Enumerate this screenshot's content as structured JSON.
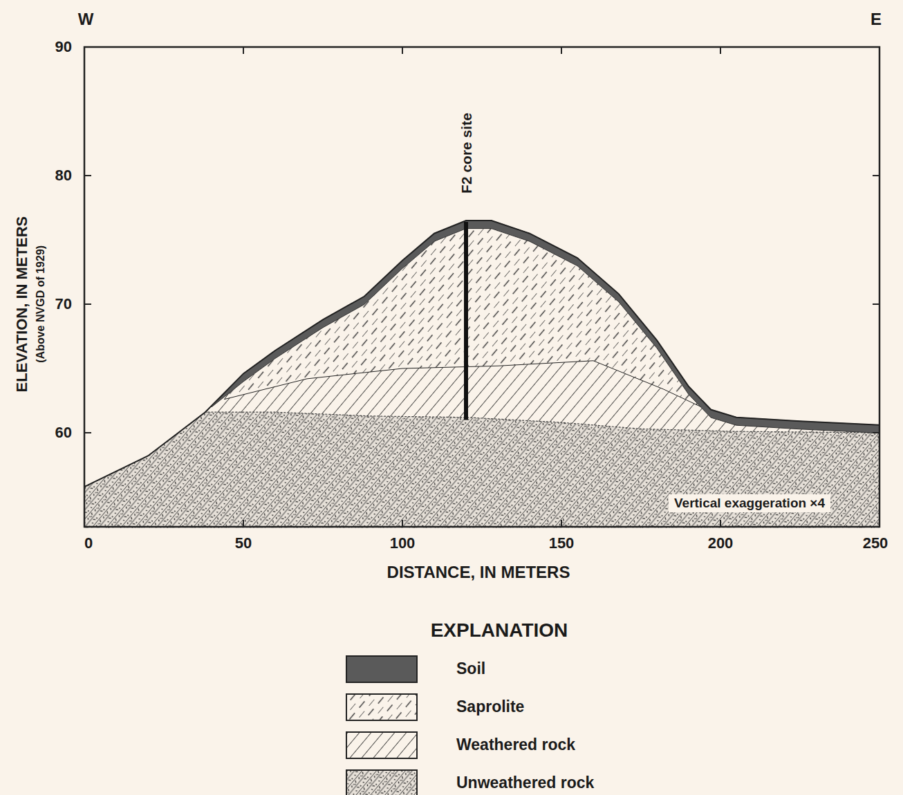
{
  "diagram": {
    "labels": [
      "W",
      "E",
      "90",
      "80",
      "70",
      "60",
      "0",
      "50",
      "100",
      "150",
      "200",
      "250",
      "ELEVATION, IN METERS",
      "(Above NVGD of 1929)",
      "DISTANCE, IN METERS",
      "F2 core site",
      "Vertical exaggeration ×4",
      "EXPLANATION"
    ],
    "legend": [
      {
        "text": "Soil",
        "color": "#5a5a5a"
      },
      {
        "text": "Saprolite"
      },
      {
        "text": "Weathered rock"
      },
      {
        "text": "Unweathered rock"
      }
    ]
  }
}
